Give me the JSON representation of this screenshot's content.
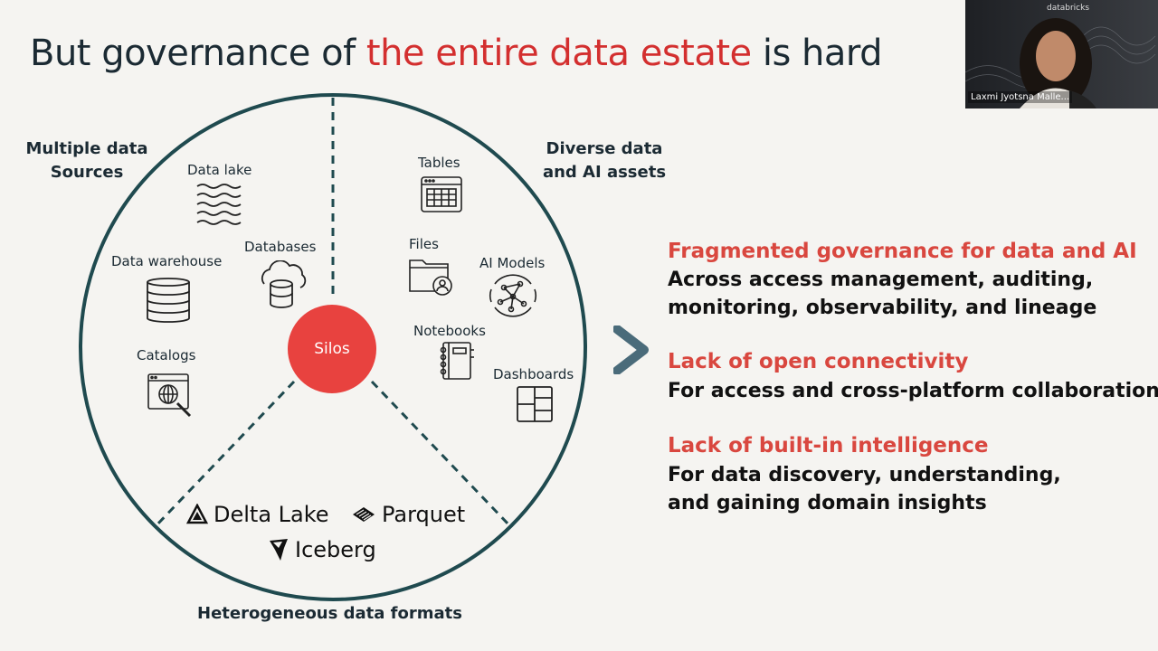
{
  "title": {
    "prefix": "But governance of ",
    "highlight": "the entire data estate",
    "suffix": " is hard"
  },
  "diagram": {
    "section_left": {
      "line1": "Multiple data",
      "line2": "Sources"
    },
    "section_right": {
      "line1": "Diverse data",
      "line2": "and AI assets"
    },
    "section_bottom": "Heterogeneous data formats",
    "center": "Silos",
    "sources": {
      "data_lake": "Data lake",
      "databases": "Databases",
      "data_warehouse": "Data warehouse",
      "catalogs": "Catalogs"
    },
    "assets": {
      "tables": "Tables",
      "files": "Files",
      "ai_models": "AI Models",
      "notebooks": "Notebooks",
      "dashboards": "Dashboards"
    },
    "formats": {
      "delta_lake": "Delta Lake",
      "parquet": "Parquet",
      "iceberg": "Iceberg"
    },
    "colors": {
      "circle": "#1f4a4f",
      "silos": "#e8423f",
      "highlight": "#d32f2f",
      "chevron": "#4a6b7a"
    }
  },
  "points": [
    {
      "heading": "Fragmented governance for data and AI",
      "line1": "Across access management, auditing,",
      "line2": "monitoring, observability, and lineage"
    },
    {
      "heading": "Lack of open connectivity",
      "line1": "For access and cross-platform collaboration",
      "line2": ""
    },
    {
      "heading": "Lack of built-in intelligence",
      "line1": "For data discovery, understanding,",
      "line2": "and gaining domain insights"
    }
  ],
  "video": {
    "brand": "databricks",
    "participant": "Laxmi Jyotsna Malle..."
  }
}
